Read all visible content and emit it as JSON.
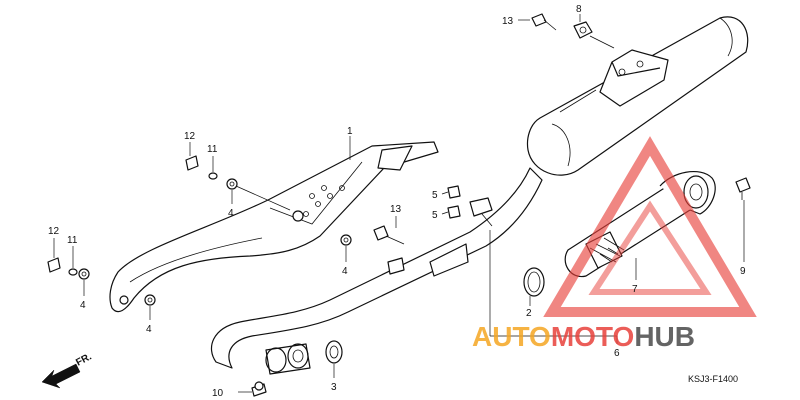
{
  "diagram": {
    "code": "KSJ3-F1400",
    "direction_label": "FR.",
    "callouts": [
      {
        "id": "c1",
        "text": "1"
      },
      {
        "id": "c2",
        "text": "2"
      },
      {
        "id": "c3",
        "text": "3"
      },
      {
        "id": "c4a",
        "text": "4"
      },
      {
        "id": "c4b",
        "text": "4"
      },
      {
        "id": "c4c",
        "text": "4"
      },
      {
        "id": "c4d",
        "text": "4"
      },
      {
        "id": "c5a",
        "text": "5"
      },
      {
        "id": "c5b",
        "text": "5"
      },
      {
        "id": "c6",
        "text": "6"
      },
      {
        "id": "c7",
        "text": "7"
      },
      {
        "id": "c8",
        "text": "8"
      },
      {
        "id": "c9",
        "text": "9"
      },
      {
        "id": "c10",
        "text": "10"
      },
      {
        "id": "c11a",
        "text": "11"
      },
      {
        "id": "c11b",
        "text": "11"
      },
      {
        "id": "c12a",
        "text": "12"
      },
      {
        "id": "c12b",
        "text": "12"
      },
      {
        "id": "c13a",
        "text": "13"
      },
      {
        "id": "c13b",
        "text": "13"
      }
    ]
  },
  "watermark": {
    "part1": "AUTO",
    "part2": "MOTO",
    "part3": "HUB",
    "colors": {
      "orange": "#f5a623",
      "red": "#e8413b",
      "gray": "#4a4a4a"
    }
  }
}
